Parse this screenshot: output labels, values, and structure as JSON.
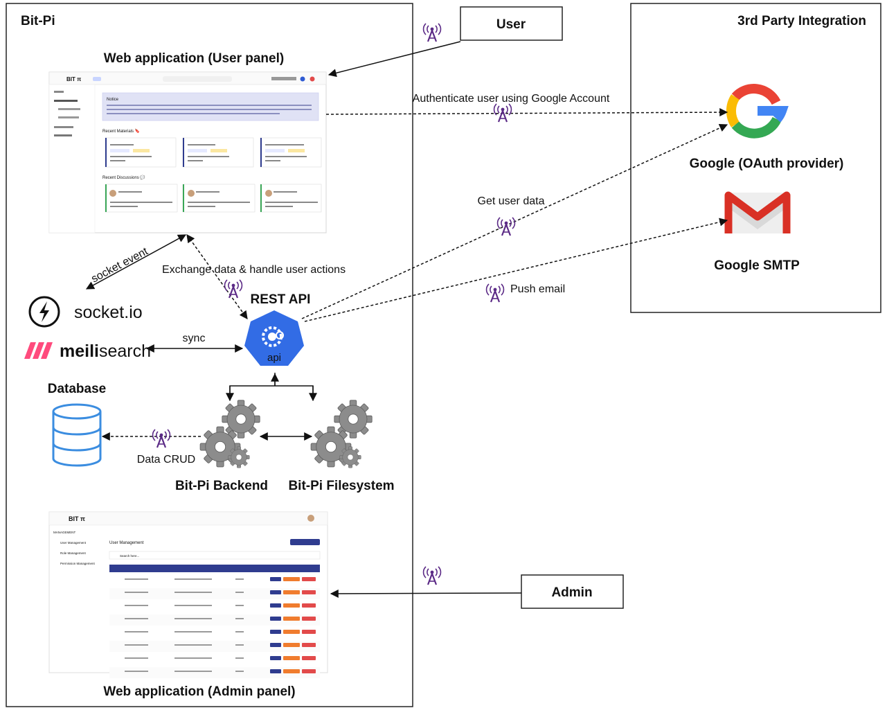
{
  "containers": {
    "bitpi": "Bit-Pi",
    "third_party": "3rd Party Integration"
  },
  "actors": {
    "user": "User",
    "admin": "Admin"
  },
  "panels": {
    "user_panel": "Web application (User panel)",
    "admin_panel": "Web application (Admin panel)"
  },
  "components": {
    "socketio": "socket.io",
    "meilisearch_a": "meili",
    "meilisearch_b": "search",
    "rest_api": "REST API",
    "api_badge": "api",
    "database": "Database",
    "backend": "Bit-Pi Backend",
    "filesystem": "Bit-Pi Filesystem",
    "google_oauth": "Google (OAuth provider)",
    "google_smtp": "Google SMTP"
  },
  "edges": {
    "authenticate": "Authenticate user using Google Account",
    "get_user_data": "Get user data",
    "push_email": "Push email",
    "socket_event": "socket event",
    "exchange": "Exchange data & handle user actions",
    "sync": "sync",
    "data_crud": "Data CRUD"
  },
  "user_mock": {
    "logo": "BIT π",
    "notice_title": "Notice",
    "recent_materials": "Recent Materials 🔖",
    "recent_discussions": "Recent Discussions 💬"
  },
  "admin_mock": {
    "logo": "BIT π",
    "section": "MANAGEMENT",
    "nav": [
      "User Management",
      "Role Management",
      "Permission Management"
    ],
    "title": "User Management",
    "search": "Search here..."
  },
  "colors": {
    "api_blue": "#326ce5",
    "icon_purple": "#5b2a86",
    "db_blue": "#3b8de0",
    "gear_gray": "#8a8a8a",
    "meili_pink": "#ff4b7d",
    "admin_header": "#2f3c8f"
  }
}
